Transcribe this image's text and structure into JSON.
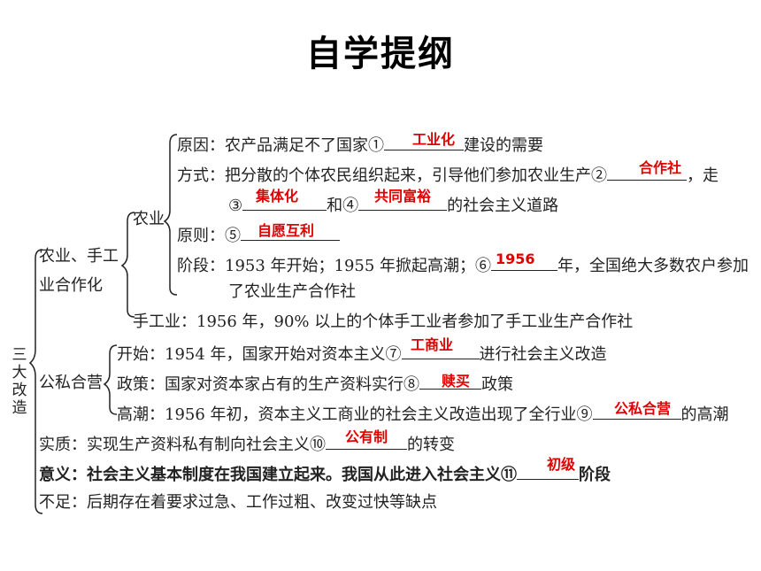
{
  "title": "自学提纲",
  "side_label": "三大改造",
  "section1": {
    "label_line1": "农业、手工",
    "label_line2": "业合作化",
    "agri_label": "农业",
    "reason_pre": "原因：农产品满足不了国家①",
    "reason_post": "建设的需要",
    "method_pre": "方式：把分散的个体农民组织起来，引导他们参加农业生产②",
    "method_post": "，走",
    "method2_pre": "③",
    "method2_mid": "和④",
    "method2_post": "的社会主义道路",
    "principle_pre": "原则：⑤",
    "stage_pre": "阶段：1953 年开始；1955 年掀起高潮；⑥",
    "stage_post": "年，全国绝大多数农户参加",
    "stage2": "了农业生产合作社",
    "handicraft": "手工业：1956 年，90% 以上的个体手工业者参加了手工业生产合作社"
  },
  "section2": {
    "label": "公私合营",
    "start_pre": "开始：1954 年，国家开始对资本主义⑦",
    "start_post": "进行社会主义改造",
    "policy_pre": "政策：国家对资本家占有的生产资料实行⑧",
    "policy_post": "政策",
    "climax_pre": "高潮：1956 年初，资本主义工商业的社会主义改造出现了全行业⑨",
    "climax_post": "的高潮"
  },
  "essence_pre": "实质：实现生产资料私有制向社会主义⑩",
  "essence_post": "的转变",
  "meaning_pre": "意义：社会主义基本制度在我国建立起来。我国从此进入社会主义⑪",
  "meaning_post": "阶段",
  "shortfall": "不足：后期存在着要求过急、工作过粗、改变过快等缺点",
  "answers": {
    "a1": "工业化",
    "a2": "合作社",
    "a3": "集体化",
    "a4": "共同富裕",
    "a5": "自愿互利",
    "a6": "1956",
    "a7": "工商业",
    "a8": "赎买",
    "a9": "公私合营",
    "a10": "公有制",
    "a11": "初级"
  },
  "colors": {
    "answer": "#e00000",
    "text": "#222222"
  }
}
